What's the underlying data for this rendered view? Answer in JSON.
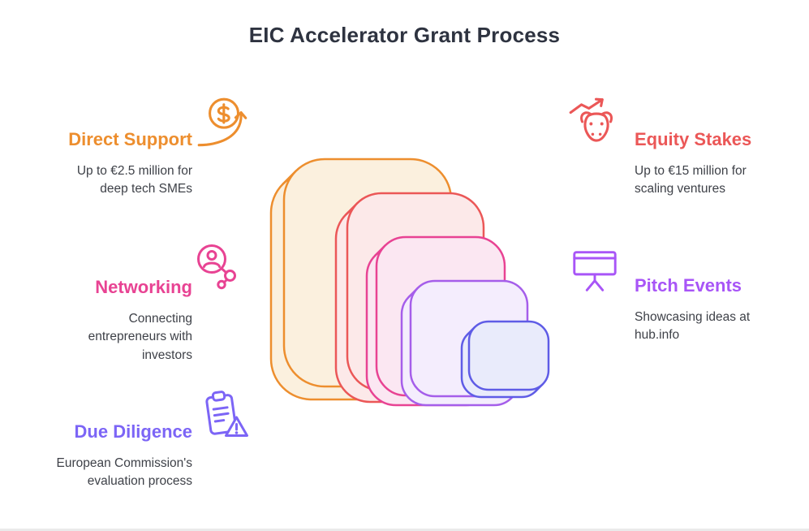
{
  "title": "EIC Accelerator Grant Process",
  "items": [
    {
      "label": "Direct Support",
      "description": "Up to €2.5 million for deep tech SMEs",
      "color": "#ED8E2E",
      "icon": "money-growth-icon"
    },
    {
      "label": "Equity Stakes",
      "description": "Up to €15 million for scaling ventures",
      "color": "#EB5757",
      "icon": "bull-trend-icon"
    },
    {
      "label": "Networking",
      "description": "Connecting entrepreneurs with investors",
      "color": "#E84393",
      "icon": "person-network-icon"
    },
    {
      "label": "Pitch Events",
      "description": "Showcasing ideas at hub.info",
      "color": "#A855F7",
      "icon": "presentation-board-icon"
    },
    {
      "label": "Due Diligence",
      "description": "European Commission's evaluation process",
      "color": "#7C65F6",
      "icon": "clipboard-warning-icon"
    }
  ],
  "funnel": {
    "levels": [
      {
        "stroke": "#ED8E2E",
        "fill": "#FBF0DE"
      },
      {
        "stroke": "#EB5757",
        "fill": "#FCE9E9"
      },
      {
        "stroke": "#E84393",
        "fill": "#FBE7F2"
      },
      {
        "stroke": "#A55EEA",
        "fill": "#F4EDFD"
      },
      {
        "stroke": "#5F5CE6",
        "fill": "#E9EBFB"
      }
    ]
  }
}
